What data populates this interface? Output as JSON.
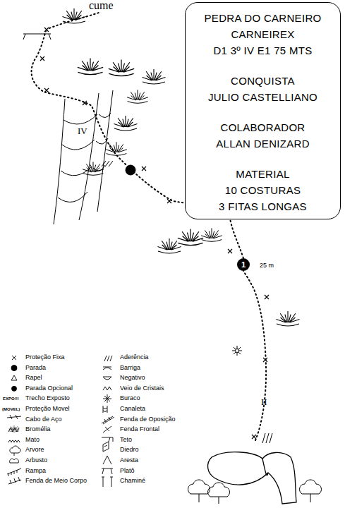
{
  "diagram": {
    "nodes": [
      {
        "text": [
          "PEDRA DO CARNEIRO",
          "CARNEIREX",
          "D1 3º IV E1 75 MTS",
          "CONQUISTA",
          "JULIO CASTELLIANO",
          "COLABORADOR",
          "ALLAN DENIZARD",
          "MATERIAL",
          "10 COSTURAS",
          "3 FITAS LONGAS"
        ]
      },
      {
        "text": [
          "1"
        ]
      }
    ],
    "labels": [
      "cume",
      "IV",
      "II",
      "25 m",
      "EXPO!!!",
      "(MOVEL)"
    ],
    "legend": [
      {
        "text": "Proteção Fixa"
      },
      {
        "text": "Parada"
      },
      {
        "text": "Rapel"
      },
      {
        "text": "Parada Opcional"
      },
      {
        "text": "Trecho Exposto"
      },
      {
        "text": "Proteção Movel"
      },
      {
        "text": "Cabo de Aço"
      },
      {
        "text": "Bromélia"
      },
      {
        "text": "Mato"
      },
      {
        "text": "Arvore"
      },
      {
        "text": "Arbusto"
      },
      {
        "text": "Rampa"
      },
      {
        "text": "Fenda de Meio Corpo"
      },
      {
        "text": "Aderência"
      },
      {
        "text": "Barriga"
      },
      {
        "text": "Negativo"
      },
      {
        "text": "Veio de Cristais"
      },
      {
        "text": "Buraco"
      },
      {
        "text": "Canaleta"
      },
      {
        "text": "Fenda de Oposição"
      },
      {
        "text": "Fenda Frontal"
      },
      {
        "text": "Teto"
      },
      {
        "text": "Diedro"
      },
      {
        "text": "Aresta"
      },
      {
        "text": "Platô"
      },
      {
        "text": "Chaminé"
      }
    ]
  }
}
